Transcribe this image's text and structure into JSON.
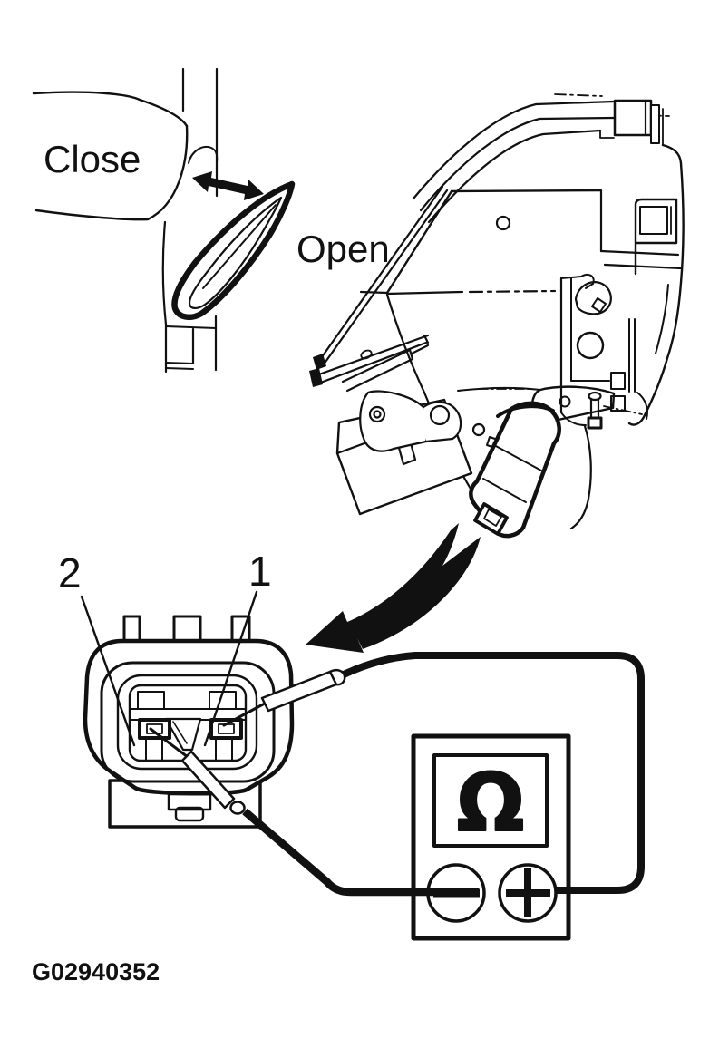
{
  "figure": {
    "id_label": "G02940352",
    "inset": {
      "close_label": "Close",
      "open_label": "Open"
    },
    "connector": {
      "terminal_1_label": "1",
      "terminal_2_label": "2"
    },
    "ohmmeter": {
      "display_symbol": "Ω",
      "negative_symbol": "−",
      "positive_symbol": "+"
    },
    "colors": {
      "ink": "#111111",
      "background": "#ffffff"
    }
  }
}
